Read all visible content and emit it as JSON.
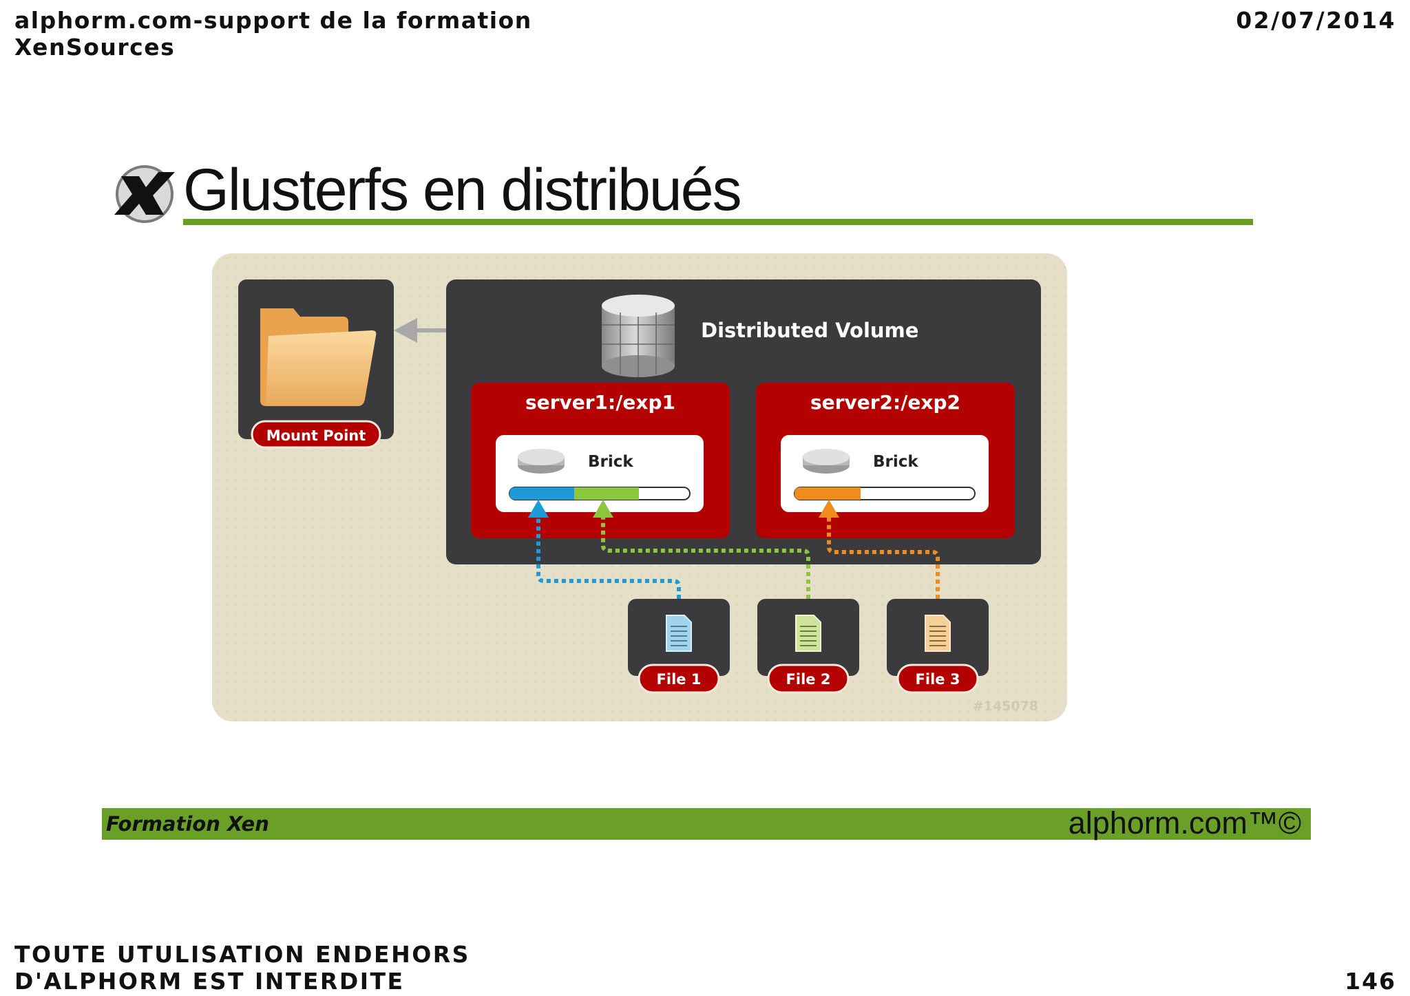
{
  "header": {
    "left_text": "alphorm.com-support de la formation XenSources",
    "date": "02/07/2014"
  },
  "slide": {
    "title": "Glusterfs en distribués"
  },
  "diagram": {
    "mount_point_label": "Mount Point",
    "volume_label": "Distributed Volume",
    "servers": [
      {
        "label": "server1:/exp1",
        "brick_label": "Brick"
      },
      {
        "label": "server2:/exp2",
        "brick_label": "Brick"
      }
    ],
    "files": [
      {
        "label": "File 1",
        "color": "#1e9ad6"
      },
      {
        "label": "File 2",
        "color": "#8cc63f"
      },
      {
        "label": "File 3",
        "color": "#f08c1e"
      }
    ],
    "image_id_mark": "#145078"
  },
  "footer_bar": {
    "left_text": "Formation Xen",
    "right_text": "alphorm.com™©"
  },
  "footer": {
    "notice": "TOUTE UTULISATION ENDEHORS D'ALPHORM EST INTERDITE",
    "page_number": "146"
  },
  "colors": {
    "accent_green": "#6aa027",
    "diagram_bg": "#e6dfc8",
    "panel_dark": "#3b3b3d",
    "server_red": "#b30000"
  }
}
